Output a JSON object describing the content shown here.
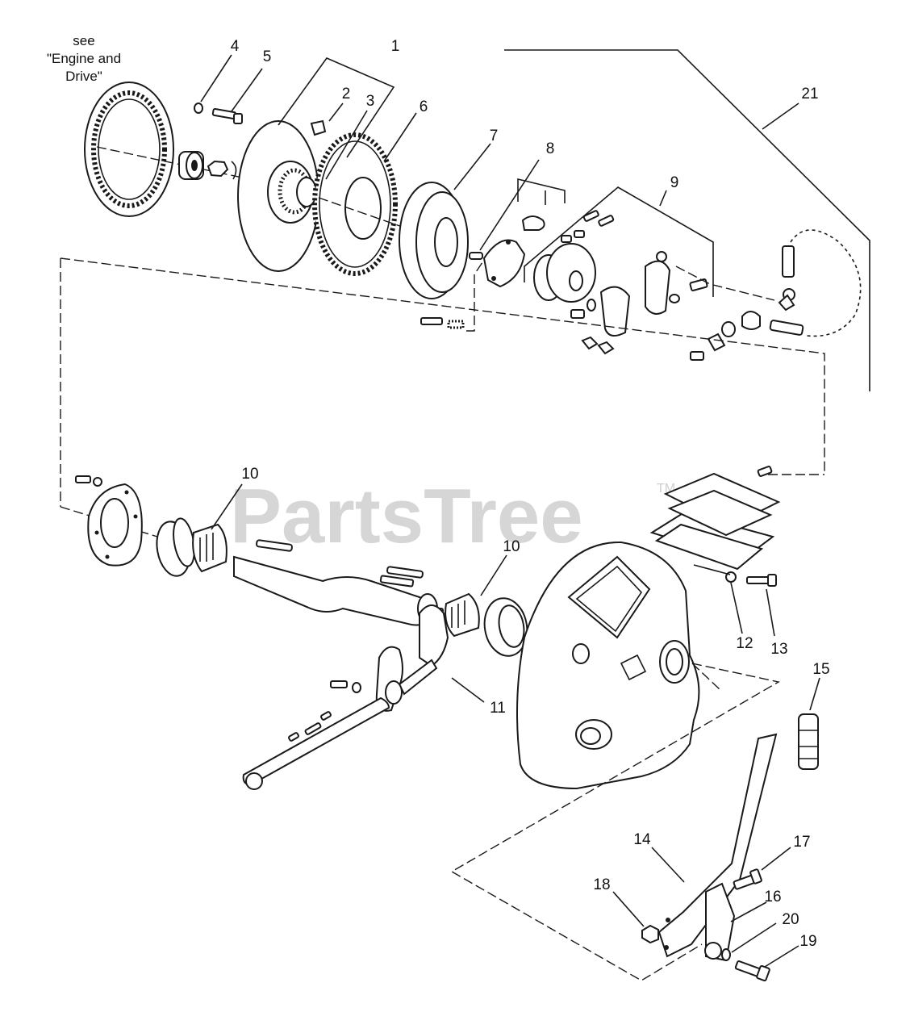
{
  "note": {
    "line1": "see",
    "line2": "\"Engine and",
    "line3": "Drive\""
  },
  "watermark": {
    "text": "PartsTree",
    "tm": "TM"
  },
  "callouts": {
    "c1": "1",
    "c2": "2",
    "c3": "3",
    "c4": "4",
    "c5": "5",
    "c6": "6",
    "c7": "7",
    "c8": "8",
    "c9": "9",
    "c10a": "10",
    "c10b": "10",
    "c11": "11",
    "c12": "12",
    "c13": "13",
    "c14": "14",
    "c15": "15",
    "c16": "16",
    "c17": "17",
    "c18": "18",
    "c19": "19",
    "c20": "20",
    "c21": "21"
  }
}
